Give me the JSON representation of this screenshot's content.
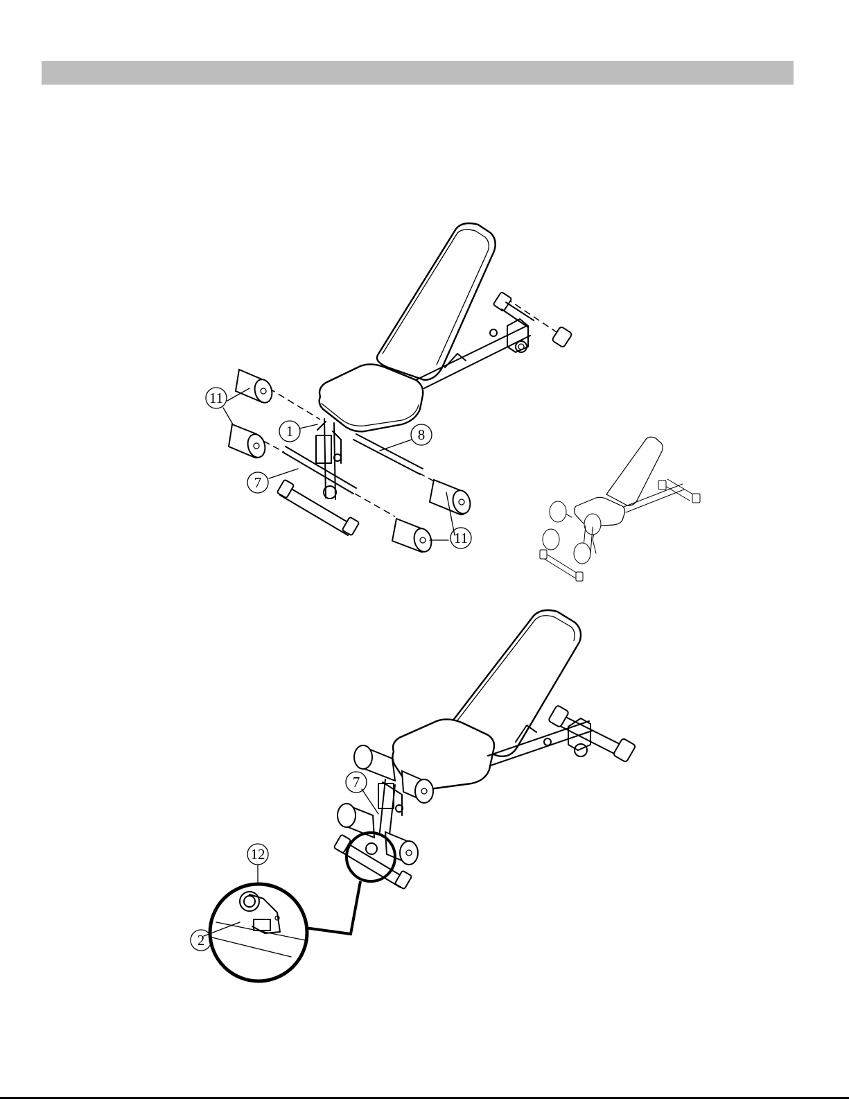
{
  "header": {
    "title": ""
  },
  "figure_top": {
    "callouts": [
      {
        "id": "c11a",
        "label": "11"
      },
      {
        "id": "c11b",
        "label": "11"
      },
      {
        "id": "c1",
        "label": "1"
      },
      {
        "id": "c8",
        "label": "8"
      },
      {
        "id": "c7",
        "label": "7"
      },
      {
        "id": "c11c",
        "label": "11"
      }
    ]
  },
  "figure_bottom": {
    "callouts": [
      {
        "id": "c7b",
        "label": "7"
      },
      {
        "id": "c12",
        "label": "12"
      },
      {
        "id": "c2",
        "label": "2"
      }
    ]
  }
}
